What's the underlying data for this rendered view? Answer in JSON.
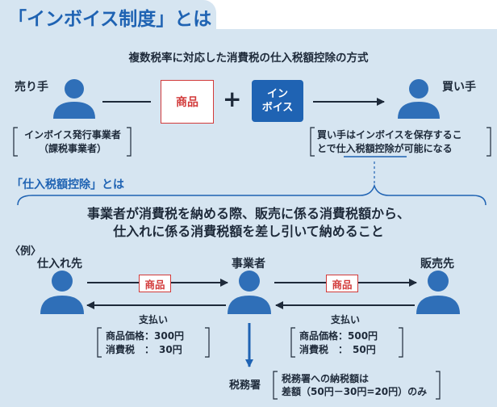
{
  "title": "「インボイス制度」とは",
  "subtitle": "複数税率に対応した消費税の仕入税額控除の方式",
  "top": {
    "seller_label": "売り手",
    "buyer_label": "買い手",
    "product_label": "商品",
    "plus": "+",
    "invoice_line1": "イン",
    "invoice_line2": "ボイス",
    "seller_note_line1": "インボイス発行事業者",
    "seller_note_line2": "（課税事業者）",
    "buyer_note_line1": "買い手はインボイスを保存するこ",
    "buyer_note_line2": "とで仕入税額控除が可能になる"
  },
  "definition": {
    "section_title": "「仕入税額控除」とは",
    "line1": "事業者が消費税を納める際、販売に係る消費税額から、",
    "line2": "仕入れに係る消費税額を差し引いて納めること"
  },
  "example": {
    "label": "〈例〉",
    "supplier_label": "仕入れ先",
    "business_label": "事業者",
    "customer_label": "販売先",
    "product_tag_left": "商品",
    "product_tag_right": "商品",
    "left_payment": {
      "title": "支払い",
      "price_line": "商品価格：300円",
      "tax_line": "消費税　：　30円"
    },
    "right_payment": {
      "title": "支払い",
      "price_line": "商品価格：500円",
      "tax_line": "消費税　：　50円"
    },
    "tax_office_label": "税務署",
    "tax_note_line1": "税務署への納税額は",
    "tax_note_line2": "差額（50円－30円=20円）のみ"
  },
  "colors": {
    "accent_blue": "#1f63b3",
    "person_blue": "#2f6fb8",
    "product_red": "#d23a3a",
    "background": "#d6e5f1"
  }
}
